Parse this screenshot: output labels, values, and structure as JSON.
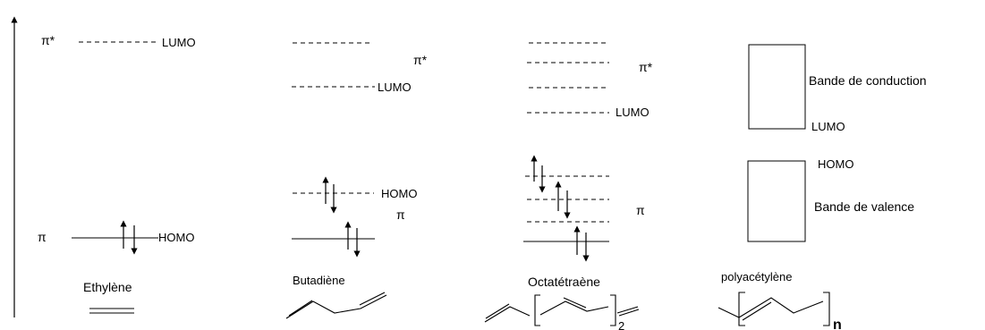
{
  "ethylene": {
    "pi_star_label": "π*",
    "lumo_label": "LUMO",
    "pi_label": "π",
    "homo_label": "HOMO",
    "name": "Ethylène"
  },
  "butadiene": {
    "pi_star_label": "π*",
    "lumo_label": "LUMO",
    "homo_label": "HOMO",
    "pi_label": "π",
    "name": "Butadiène"
  },
  "octatetraene": {
    "pi_star_label": "π*",
    "lumo_label": "LUMO",
    "pi_label": "π",
    "name": "Octatétraène",
    "repeat_subscript": "2"
  },
  "polyacetylene": {
    "conduction_band_label": "Bande de conduction",
    "lumo_label": "LUMO",
    "homo_label": "HOMO",
    "valence_band_label": "Bande de valence",
    "name": "polyacétylène",
    "repeat_subscript": "n"
  }
}
